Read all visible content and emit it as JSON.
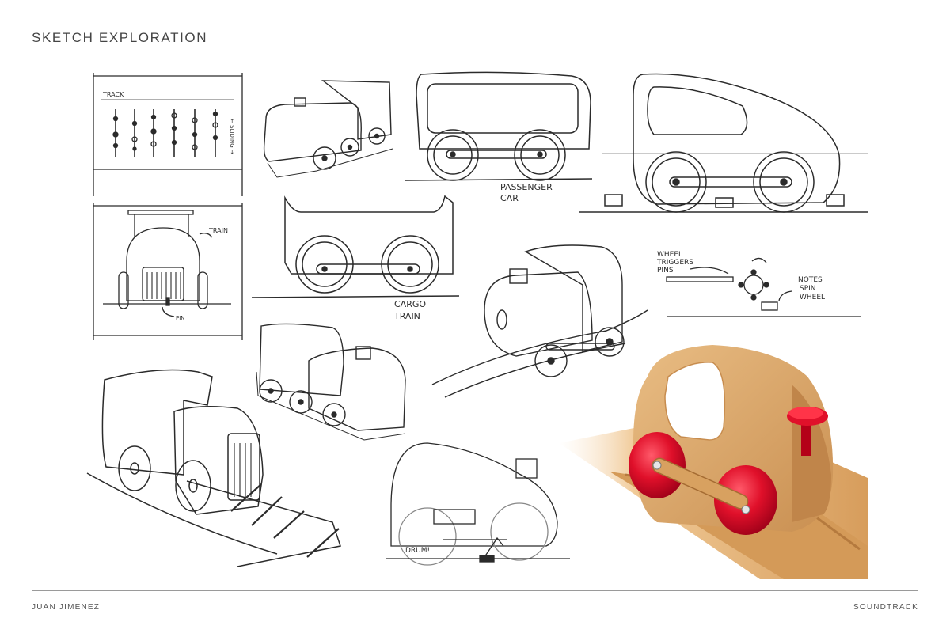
{
  "header": {
    "title": "SKETCH EXPLORATION"
  },
  "footer": {
    "author": "JUAN JIMENEZ",
    "project": "SOUNDTRACK"
  },
  "annotations": {
    "track": "TRACK",
    "sliding": "← SLIDING →",
    "train": "TRAIN",
    "pin": "PIN",
    "passenger_line1": "PASSENGER",
    "passenger_line2": "CAR",
    "cargo_line1": "CARGO",
    "cargo_line2": "TRAIN",
    "wheel_line1": "WHEEL",
    "wheel_line2": "TRIGGERS",
    "wheel_line3": "PINS",
    "notes_line1": "NOTES",
    "notes_line2": "SPIN",
    "notes_line3": "WHEEL",
    "drum": "DRUM!"
  },
  "colors": {
    "ink": "#2b2b2b",
    "wood": "#dba66a",
    "wood_dark": "#b97f45",
    "red": "#e0102a"
  }
}
